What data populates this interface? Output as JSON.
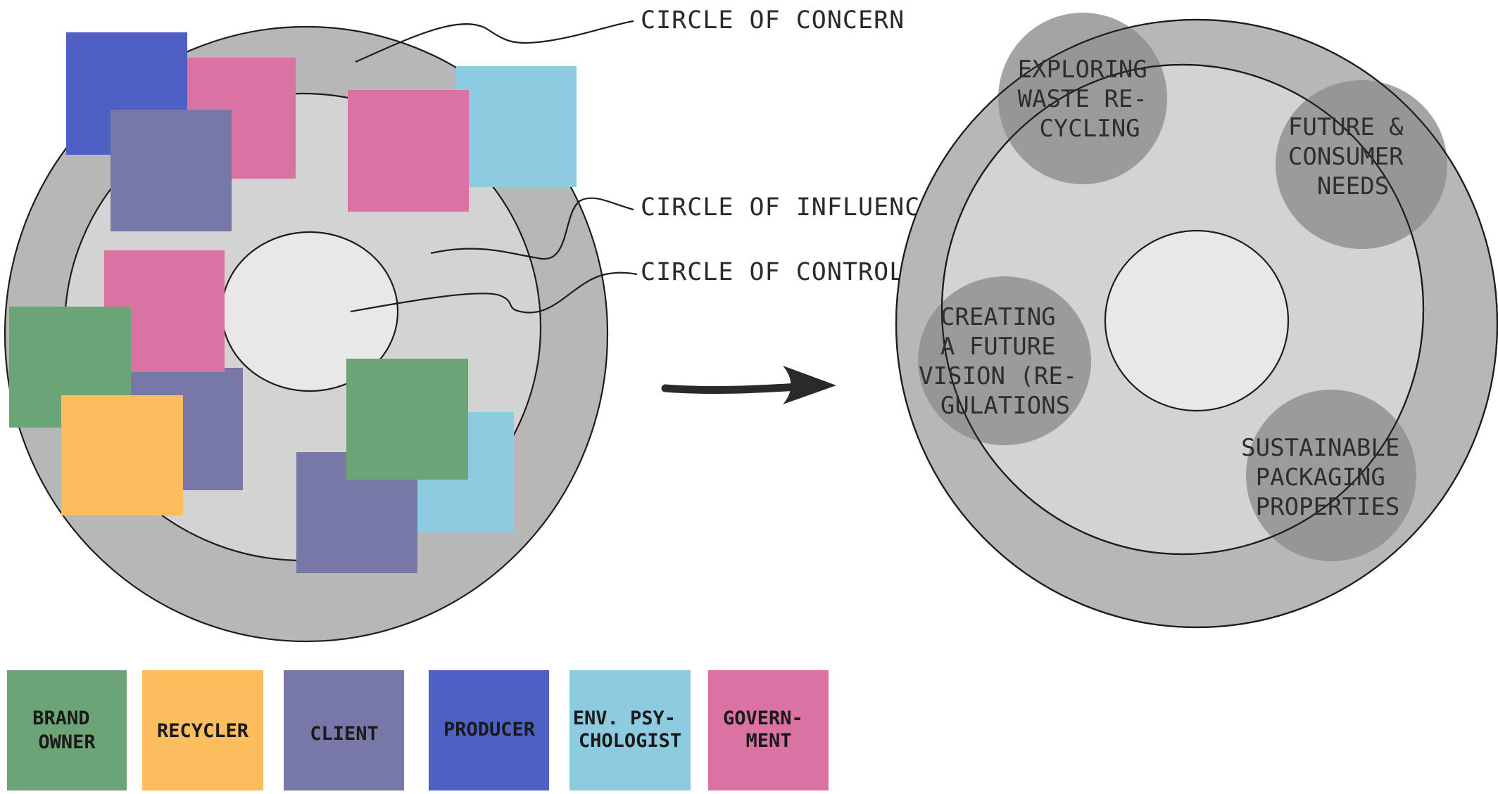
{
  "diagram": {
    "labels": {
      "concern": "CIRCLE OF CONCERN",
      "influence": "CIRCLE OF INFLUENCE",
      "control": "CIRCLE OF CONTROL"
    },
    "themes": [
      {
        "lines": [
          "EXPLORING",
          "WASTE RE-",
          "CYCLING"
        ]
      },
      {
        "lines": [
          "FUTURE &",
          "CONSUMER",
          "NEEDS"
        ]
      },
      {
        "lines": [
          "CREATING",
          "A FUTURE",
          "VISION (RE-",
          "GULATIONS"
        ]
      },
      {
        "lines": [
          "SUSTAINABLE",
          "PACKAGING",
          "PROPERTIES"
        ]
      }
    ],
    "legend": [
      {
        "lines": [
          "BRAND",
          "OWNER"
        ],
        "color": "#6ba575"
      },
      {
        "lines": [
          "RECYCLER"
        ],
        "color": "#fbbd5e"
      },
      {
        "lines": [
          "CLIENT"
        ],
        "color": "#7878a8"
      },
      {
        "lines": [
          "PRODUCER"
        ],
        "color": "#4e60c3"
      },
      {
        "lines": [
          "ENV. PSY-",
          "CHOLOGIST"
        ],
        "color": "#8dcbe0"
      },
      {
        "lines": [
          "GOVERN-",
          "MENT"
        ],
        "color": "#db72a4"
      }
    ],
    "colors": {
      "outer_ring": "#b7b7b7",
      "middle_ring": "#d3d3d3",
      "inner_core": "#e8e8e8",
      "theme_blob": "#8d8d8d",
      "stroke": "#1d1d1d"
    }
  }
}
